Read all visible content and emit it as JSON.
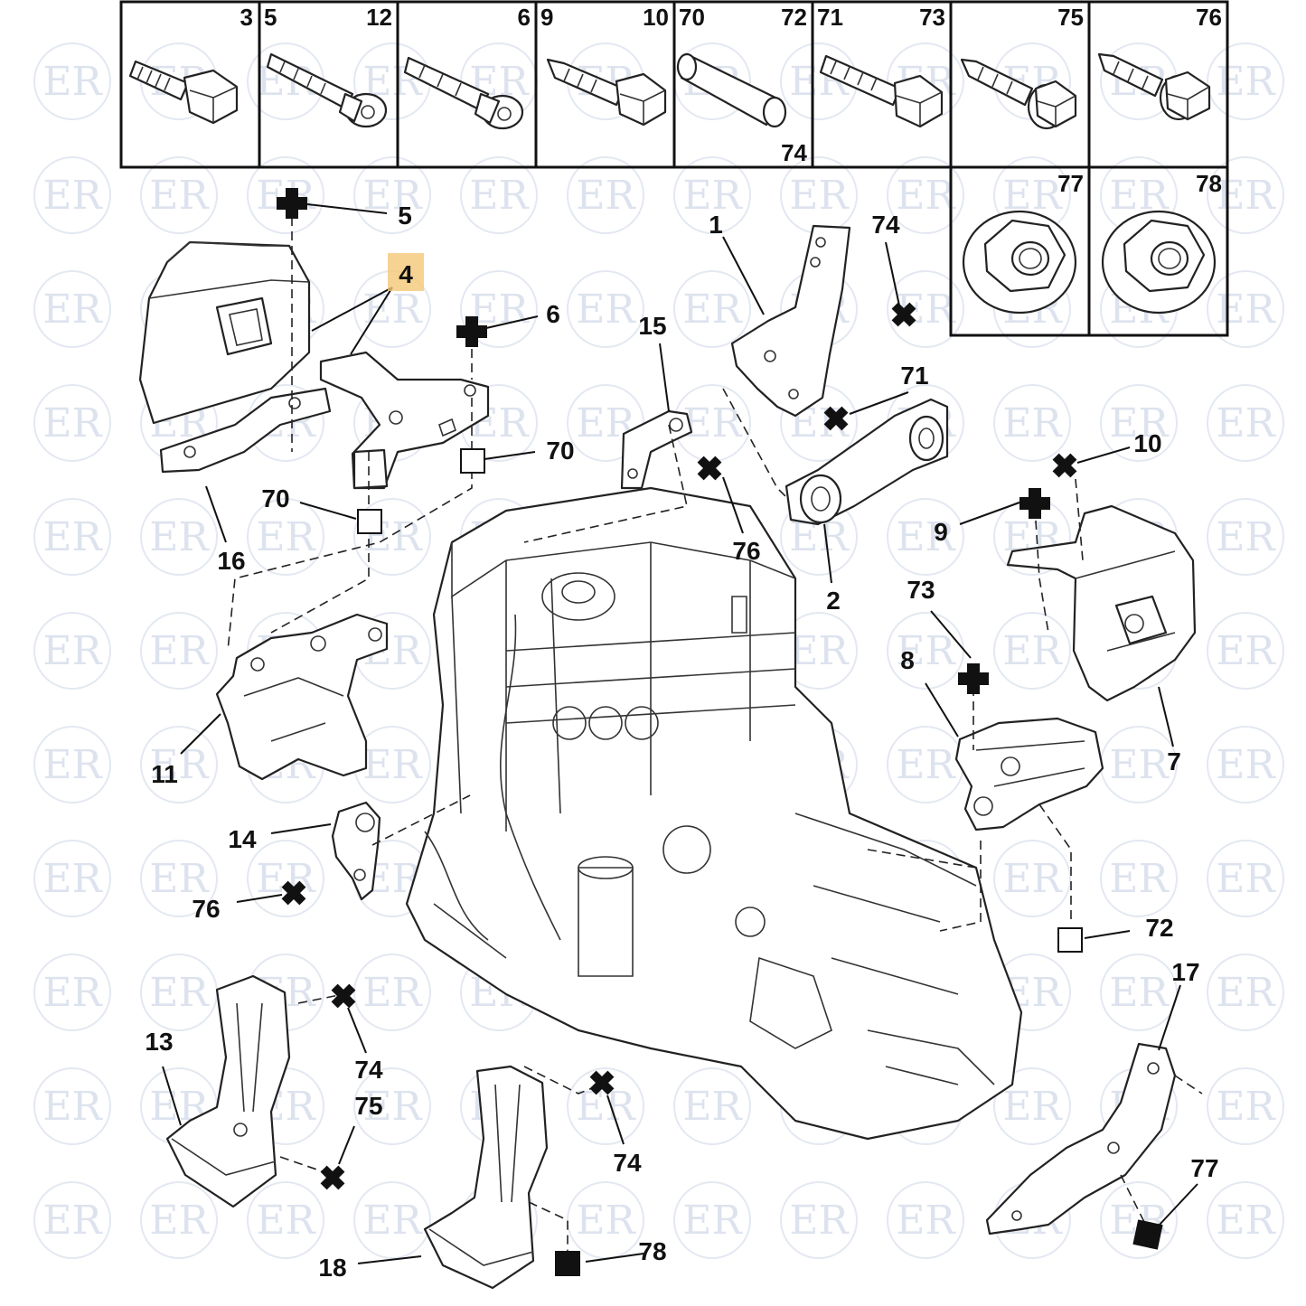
{
  "header": {
    "cells": [
      {
        "left": "3",
        "right": ""
      },
      {
        "left": "5",
        "right": "12"
      },
      {
        "left": "6",
        "right": ""
      },
      {
        "left": "9",
        "right": "10"
      },
      {
        "left": "70",
        "right": "72"
      },
      {
        "left": "71",
        "right": "73"
      },
      {
        "left": "75",
        "right": ""
      },
      {
        "left": "76",
        "right": ""
      }
    ],
    "extra": "74",
    "nuts": [
      "77",
      "78"
    ]
  },
  "watermark": "ER",
  "highlight": {
    "label": "4",
    "color": "#f5c878"
  },
  "labels": {
    "l1": "1",
    "l2": "2",
    "l5": "5",
    "l6": "6",
    "l7": "7",
    "l8": "8",
    "l9": "9",
    "l10": "10",
    "l11": "11",
    "l13": "13",
    "l14": "14",
    "l15": "15",
    "l16": "16",
    "l17": "17",
    "l18": "18",
    "l70a": "70",
    "l70b": "70",
    "l71": "71",
    "l72": "72",
    "l73": "73",
    "l74a": "74",
    "l74b": "74",
    "l74c": "74",
    "l75": "75",
    "l76a": "76",
    "l76b": "76",
    "l77": "77",
    "l78": "78"
  }
}
